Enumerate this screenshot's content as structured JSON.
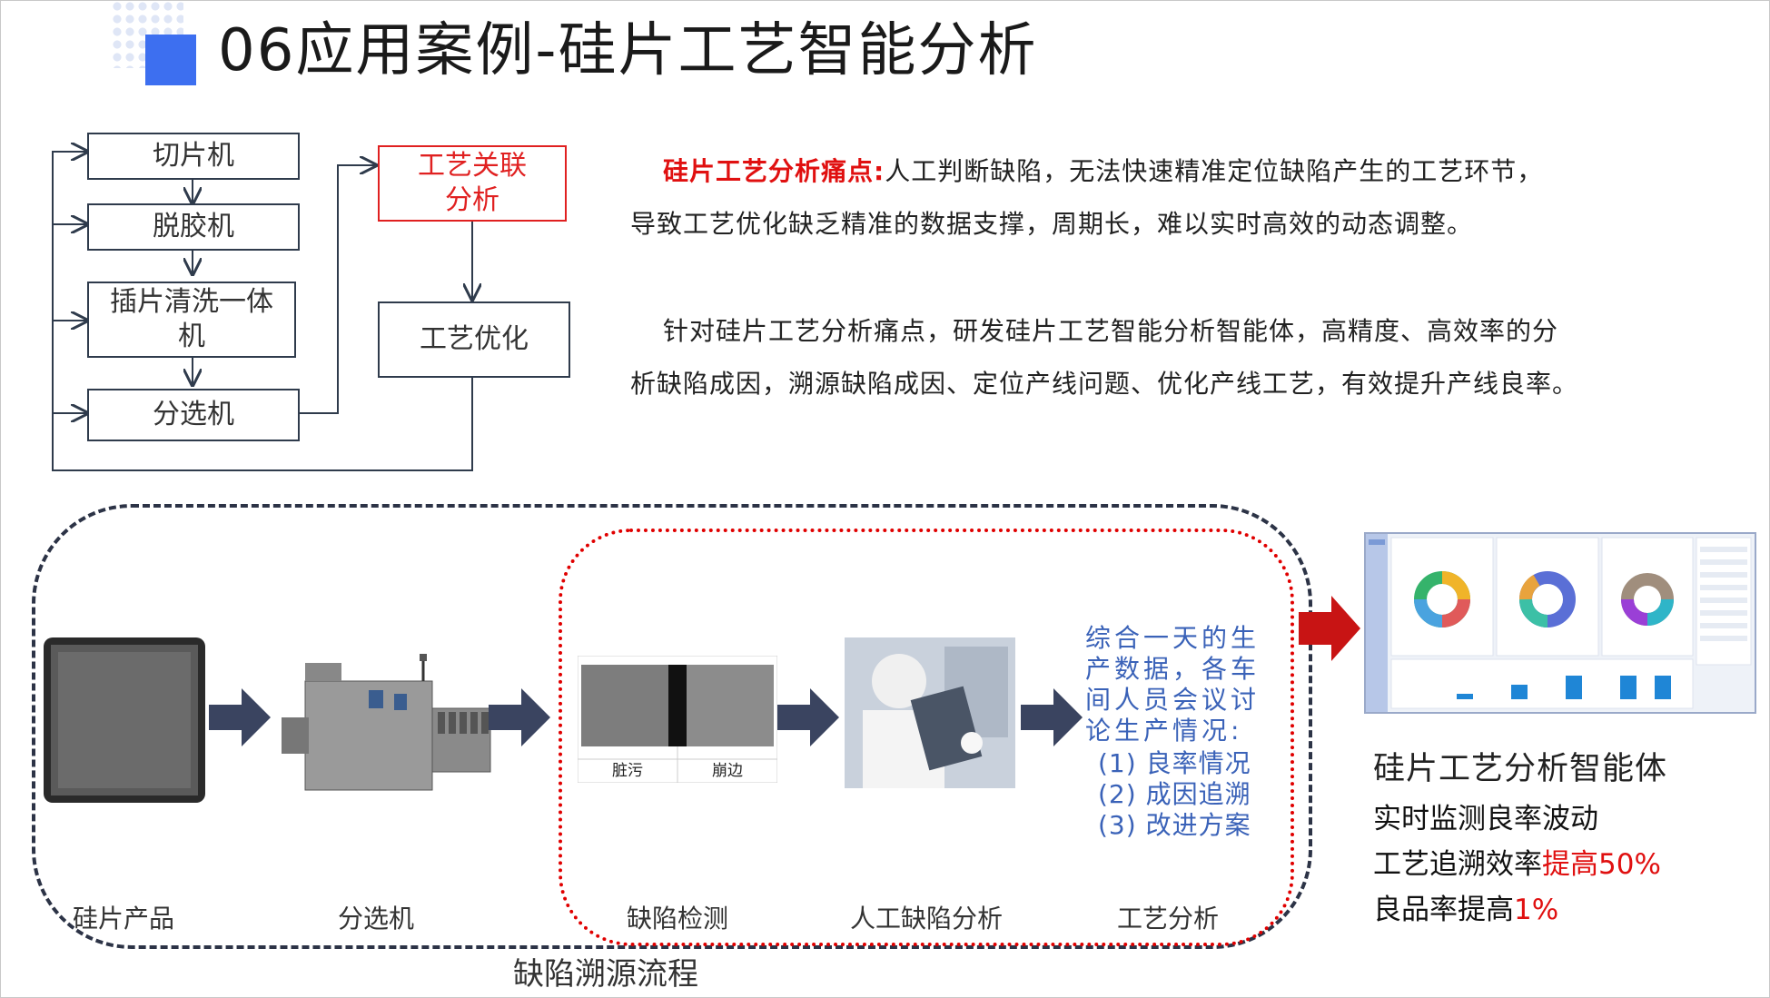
{
  "header": {
    "title": "06应用案例-硅片工艺智能分析"
  },
  "flowchart": {
    "boxes": {
      "slicer": "切片机",
      "degumming": "脱胶机",
      "insert_clean": "插片清洗一体机",
      "sorter": "分选机",
      "process_link": "工艺关联分析",
      "process_opt": "工艺优化"
    }
  },
  "text": {
    "pain_label": "硅片工艺分析痛点:",
    "pain_line1": "人工判断缺陷，无法快速精准定位缺陷产生的工艺环节，",
    "pain_line2": "导致工艺优化缺乏精准的数据支撑，周期长，难以实时高效的动态调整。",
    "solution_line1": "针对硅片工艺分析痛点，研发硅片工艺智能分析智能体，高精度、高效率的分",
    "solution_line2": "析缺陷成因，溯源缺陷成因、定位产线问题、优化产线工艺，有效提升产线良率。"
  },
  "process": {
    "title": "缺陷溯源流程",
    "steps": {
      "product": "硅片产品",
      "sorter": "分选机",
      "defect_detect": "缺陷检测",
      "manual_analysis": "人工缺陷分析",
      "process_analysis": "工艺分析"
    },
    "defect_labels": {
      "left": "脏污",
      "right": "崩边"
    },
    "discuss_intro": "综合一天的生产数据，各车间人员会议讨论生产情况:",
    "discuss_items": [
      "(1) 良率情况",
      "(2) 成因追溯",
      "(3) 改进方案"
    ]
  },
  "result": {
    "agent_title": "硅片工艺分析智能体",
    "line1": "实时监测良率波动",
    "line2_prefix": "工艺追溯效率",
    "line2_highlight": "提高50%",
    "line3_prefix": "良品率提高",
    "line3_highlight": "1%"
  },
  "colors": {
    "accent_blue": "#3d6ff0",
    "highlight_red": "#e01010",
    "discuss_blue": "#3a62b8",
    "arrow_navy": "#3a4460",
    "arrow_red": "#c81414"
  }
}
